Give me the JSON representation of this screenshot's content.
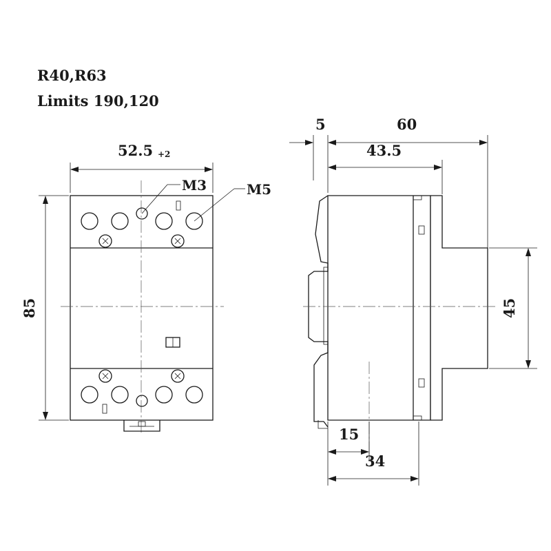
{
  "header": {
    "models": "R40,R63",
    "limits": "Limits 190,120"
  },
  "front_view": {
    "width_label": "52.5",
    "width_tolerance": "+2",
    "height_label": "85",
    "screw_small_label": "M3",
    "screw_large_label": "M5"
  },
  "side_view": {
    "rail_offset_label": "5",
    "total_depth_label": "60",
    "step_depth_label": "43.5",
    "front_height_label": "45",
    "bottom_offset_label": "15",
    "bottom_depth_label": "34"
  }
}
